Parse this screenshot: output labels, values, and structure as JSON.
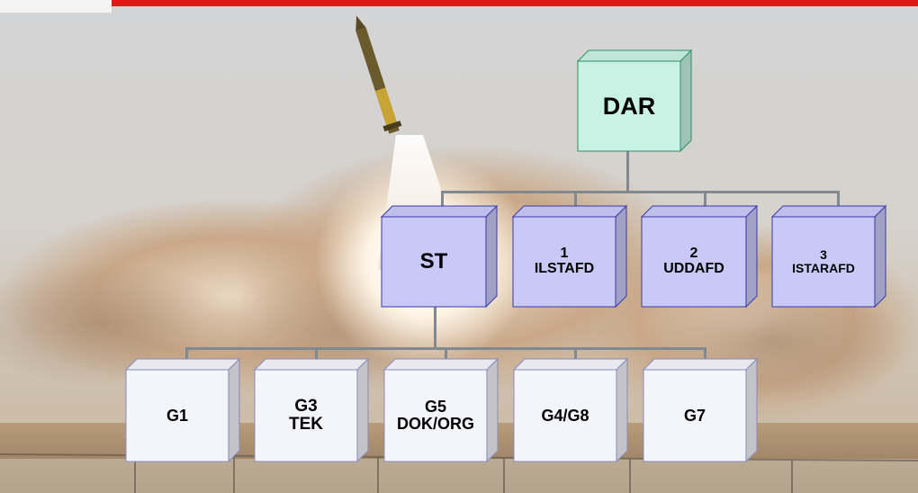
{
  "org_chart": {
    "top": {
      "label": "DAR"
    },
    "level2": [
      {
        "line1": "ST",
        "line2": ""
      },
      {
        "line1": "1",
        "line2": "ILSTAFD"
      },
      {
        "line1": "2",
        "line2": "UDDAFD"
      },
      {
        "line1": "3",
        "line2": "ISTARAFD"
      }
    ],
    "level3": [
      {
        "line1": "G1",
        "line2": ""
      },
      {
        "line1": "G3",
        "line2": "TEK"
      },
      {
        "line1": "G5",
        "line2": "DOK/ORG"
      },
      {
        "line1": "G4/G8",
        "line2": ""
      },
      {
        "line1": "G7",
        "line2": ""
      }
    ]
  },
  "colors": {
    "header_bar": "#e51616",
    "top_box": "#c9f2e4",
    "top_box_border": "#2e8f62",
    "mid_box": "#c8c9f6",
    "mid_box_border": "#3a3aa8",
    "low_box": "#f4f4fb",
    "low_box_border": "#8a8ab8",
    "connector": "#808890"
  },
  "background": {
    "image": "missile-launch-photo"
  }
}
